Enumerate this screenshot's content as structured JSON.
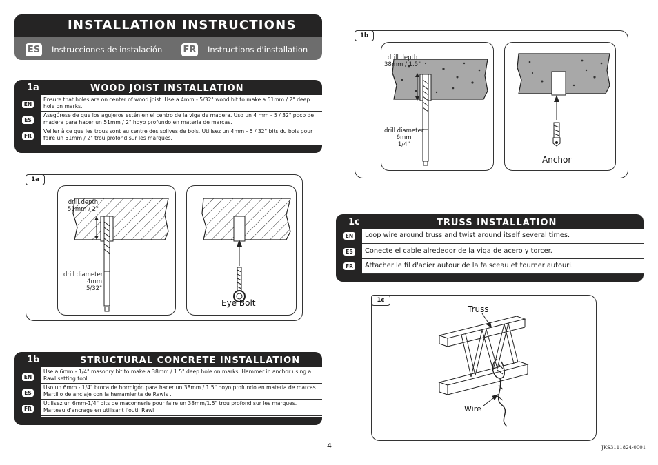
{
  "header": {
    "title": "INSTALLATION INSTRUCTIONS",
    "es_chip": "ES",
    "es_text": "Instrucciones de instalación",
    "fr_chip": "FR",
    "fr_text": "Instructions d'installation"
  },
  "sections": {
    "wood": {
      "number": "1a",
      "title": "WOOD JOIST INSTALLATION",
      "rows": [
        {
          "tag": "EN",
          "text": "Ensure that holes are on center of wood joist. Use a 4mm - 5/32\" wood bit to make a 51mm / 2\" deep hole on marks."
        },
        {
          "tag": "ES",
          "text": "Asegúrese de que los agujeros estén en el centro de la viga de madera. Uso un 4 mm - 5 / 32\" poco de madera para hacer un 51mm / 2\" hoyo profundo en materia de marcas."
        },
        {
          "tag": "FR",
          "text": "Veiller à ce que les trous sont au centre des solives de bois. Utilisez un 4mm - 5 / 32\" bits du bois pour faire un 51mm / 2\" trou profond sur les marques."
        }
      ]
    },
    "concrete": {
      "number": "1b",
      "title": "STRUCTURAL CONCRETE INSTALLATION",
      "rows": [
        {
          "tag": "EN",
          "text": "Use a 6mm - 1/4\" masonry bit to make a 38mm / 1.5\" deep hole on marks.  Hammer in anchor using a Rawl setting tool."
        },
        {
          "tag": "ES",
          "text": "Uso un 6mm - 1/4\" broca de hormigón para hacer un 38mm / 1.5\" hoyo profundo en materia de marcas.  Martillo de anclaje con la herramienta de Rawls ."
        },
        {
          "tag": "FR",
          "text": "Utilisez un 6mm-1/4\" bits de maçonnerie pour faire un 38mm/1.5\" trou profond sur les marques. Marteau d'ancrage en utilisant l'outil Rawl"
        }
      ]
    },
    "truss": {
      "number": "1c",
      "title": "TRUSS INSTALLATION",
      "rows": [
        {
          "tag": "EN",
          "text": "Loop wire around truss and twist around itself several times."
        },
        {
          "tag": "ES",
          "text": "Conecte el cable alrededor de la viga de acero y torcer."
        },
        {
          "tag": "FR",
          "text": "Attacher le fil d'acier autour de la faisceau et tourner autouri."
        }
      ]
    }
  },
  "panels": {
    "p1a": {
      "tag": "1a",
      "depth_label": "drill depth\n51mm / 2\"",
      "diameter_label": "drill diameter\n4mm\n5/32\"",
      "caption": "Eye Bolt"
    },
    "p1b": {
      "tag": "1b",
      "depth_label": "drill depth\n38mm / 1.5\"",
      "diameter_label": "drill diameter\n6mm\n1/4\"",
      "caption": "Anchor"
    },
    "p1c": {
      "tag": "1c",
      "truss_label": "Truss",
      "wire_label": "Wire"
    }
  },
  "footer": {
    "page_number": "4",
    "code": "JKS3111824-0001"
  }
}
